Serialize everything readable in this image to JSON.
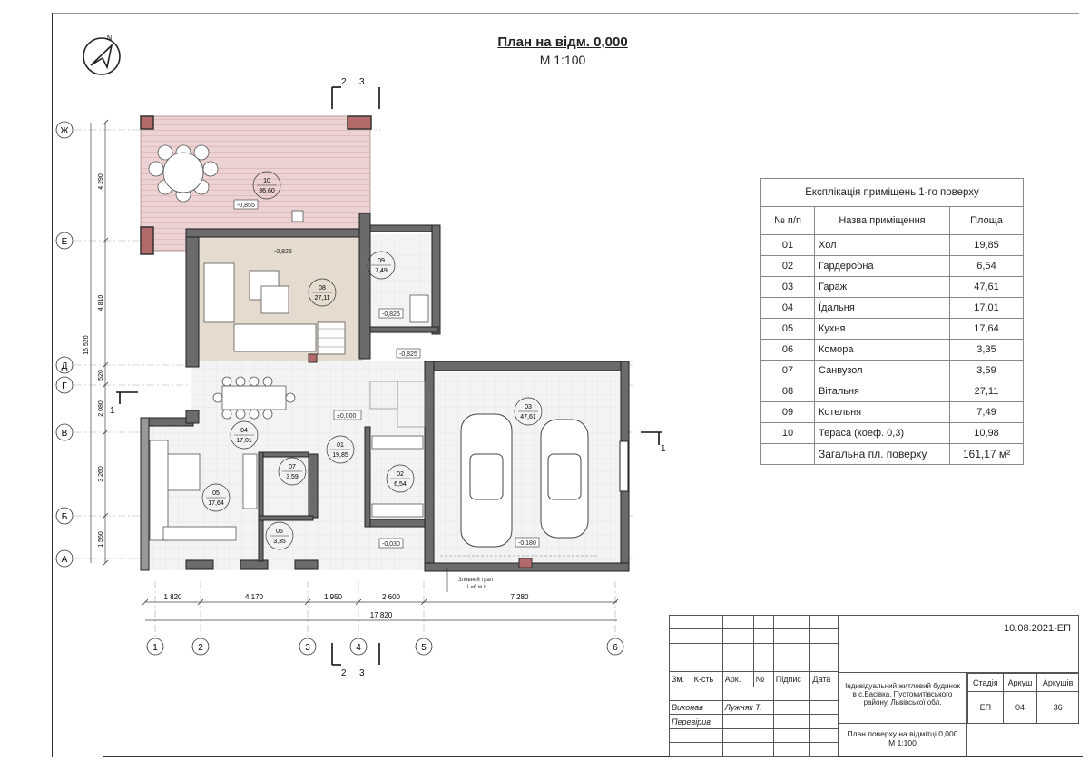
{
  "title": {
    "main": "План на відм. 0,000",
    "scale": "М 1:100"
  },
  "grid_axes": {
    "rows": [
      "Ж",
      "Е",
      "Д",
      "Г",
      "В",
      "Б",
      "А"
    ],
    "cols": [
      "1",
      "2",
      "3",
      "4",
      "5",
      "6"
    ]
  },
  "section_marks": {
    "top": [
      "2",
      "3"
    ],
    "bottom": [
      "2",
      "3"
    ],
    "side": "1"
  },
  "dimensions": {
    "bottom": [
      "1 820",
      "4 170",
      "1 950",
      "2 600",
      "7 280"
    ],
    "bottom_total": "17 820",
    "left": [
      "4 290",
      "4 810",
      "520",
      "2 080",
      "3 260",
      "1 560"
    ],
    "left_total": "16 520"
  },
  "rooms": [
    {
      "id": "01",
      "area": "19,85"
    },
    {
      "id": "02",
      "area": "6,54"
    },
    {
      "id": "03",
      "area": "47,61"
    },
    {
      "id": "04",
      "area": "17,01"
    },
    {
      "id": "05",
      "area": "17,64"
    },
    {
      "id": "06",
      "area": "3,35"
    },
    {
      "id": "07",
      "area": "3,59"
    },
    {
      "id": "08",
      "area": "27,11"
    },
    {
      "id": "09",
      "area": "7,49"
    },
    {
      "id": "10",
      "area": "36,60"
    }
  ],
  "levels": [
    "-0,855",
    "-0,825",
    "-0,825",
    "-0,825",
    "±0,000",
    "-0,030",
    "-0,180"
  ],
  "notes": {
    "drain_1": "Зливний трап",
    "drain_2": "L=6 м.п"
  },
  "explication": {
    "caption": "Експлікація приміщень 1-го поверху",
    "headers": [
      "№ п/п",
      "Назва приміщення",
      "Площа"
    ],
    "rows": [
      [
        "01",
        "Хол",
        "19,85"
      ],
      [
        "02",
        "Гардеробна",
        "6,54"
      ],
      [
        "03",
        "Гараж",
        "47,61"
      ],
      [
        "04",
        "Їдальня",
        "17,01"
      ],
      [
        "05",
        "Кухня",
        "17,64"
      ],
      [
        "06",
        "Комора",
        "3,35"
      ],
      [
        "07",
        "Санвузол",
        "3,59"
      ],
      [
        "08",
        "Вітальня",
        "27,11"
      ],
      [
        "09",
        "Котельня",
        "7,49"
      ],
      [
        "10",
        "Тераса (коеф. 0,3)",
        "10,98"
      ]
    ],
    "total_label": "Загальна пл. поверху",
    "total_value": "161,17 м²"
  },
  "stamp": {
    "code": "10.08.2021-ЕП",
    "col_headers": [
      "Зм.",
      "К-сть",
      "Арк.",
      "№",
      "Підпис",
      "Дата"
    ],
    "project": "Індивідуальний житловий будинок в с.Басівка, Пустомитівського району, Львівської обл.",
    "stage_headers": [
      "Стадія",
      "Аркуш",
      "Аркушів"
    ],
    "stage_values": [
      "ЕП",
      "04",
      "36"
    ],
    "role_1": "Виконав",
    "person_1": "Лужняк Т.",
    "role_2": "Перевірив",
    "sheet_title": "План поверху на відмітці 0,000",
    "sheet_scale": "М 1:100"
  },
  "colors": {
    "wall": "#6b6b6b",
    "terrace": "#e9c9c9",
    "column": "#b46a6a",
    "living": "#e3d8cc",
    "floor": "#f0f0f0"
  },
  "icons": [
    "north-arrow-icon",
    "car-icon",
    "dining-table-icon",
    "sofa-icon"
  ]
}
